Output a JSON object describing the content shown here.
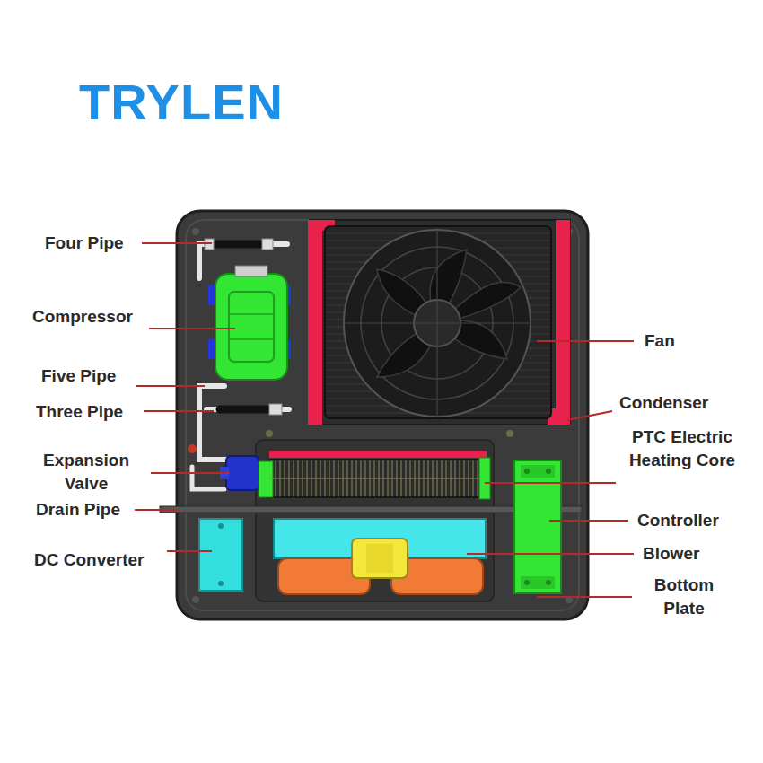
{
  "diagram": {
    "title": "TRYLEN",
    "labels": [
      "Four Pipe",
      "Compressor",
      "Five Pipe",
      "Three Pipe",
      "Expansion Valve",
      "Drain Pipe",
      "DC Converter",
      "Fan",
      "Condenser",
      "PTC Electric Heating Core",
      "Controller",
      "Blower",
      "Bottom Plate"
    ]
  }
}
